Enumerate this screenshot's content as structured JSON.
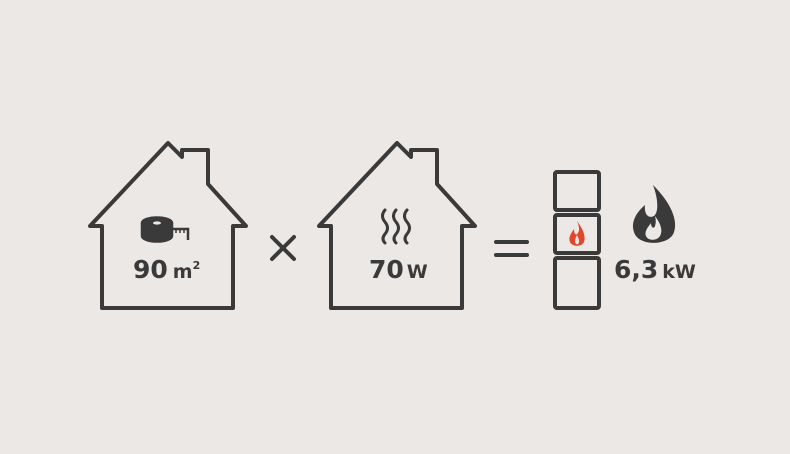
{
  "equation": {
    "area": {
      "value": "90",
      "unit": "m",
      "superscript": "2",
      "icon": "tape-measure-icon"
    },
    "operator_multiply": "×",
    "heat_demand": {
      "value": "70",
      "unit": "W",
      "icon": "heat-waves-icon"
    },
    "operator_equals": "=",
    "stove": {
      "icon": "stove-with-flame-icon",
      "segments": 3,
      "flame_segment_index": 1
    },
    "result": {
      "value": "6,3",
      "unit": "kW",
      "icon": "flame-icon"
    }
  },
  "colors": {
    "background": "#ebe8e6",
    "stroke": "#3a3a3a",
    "flame_accent": "#e2472c"
  }
}
